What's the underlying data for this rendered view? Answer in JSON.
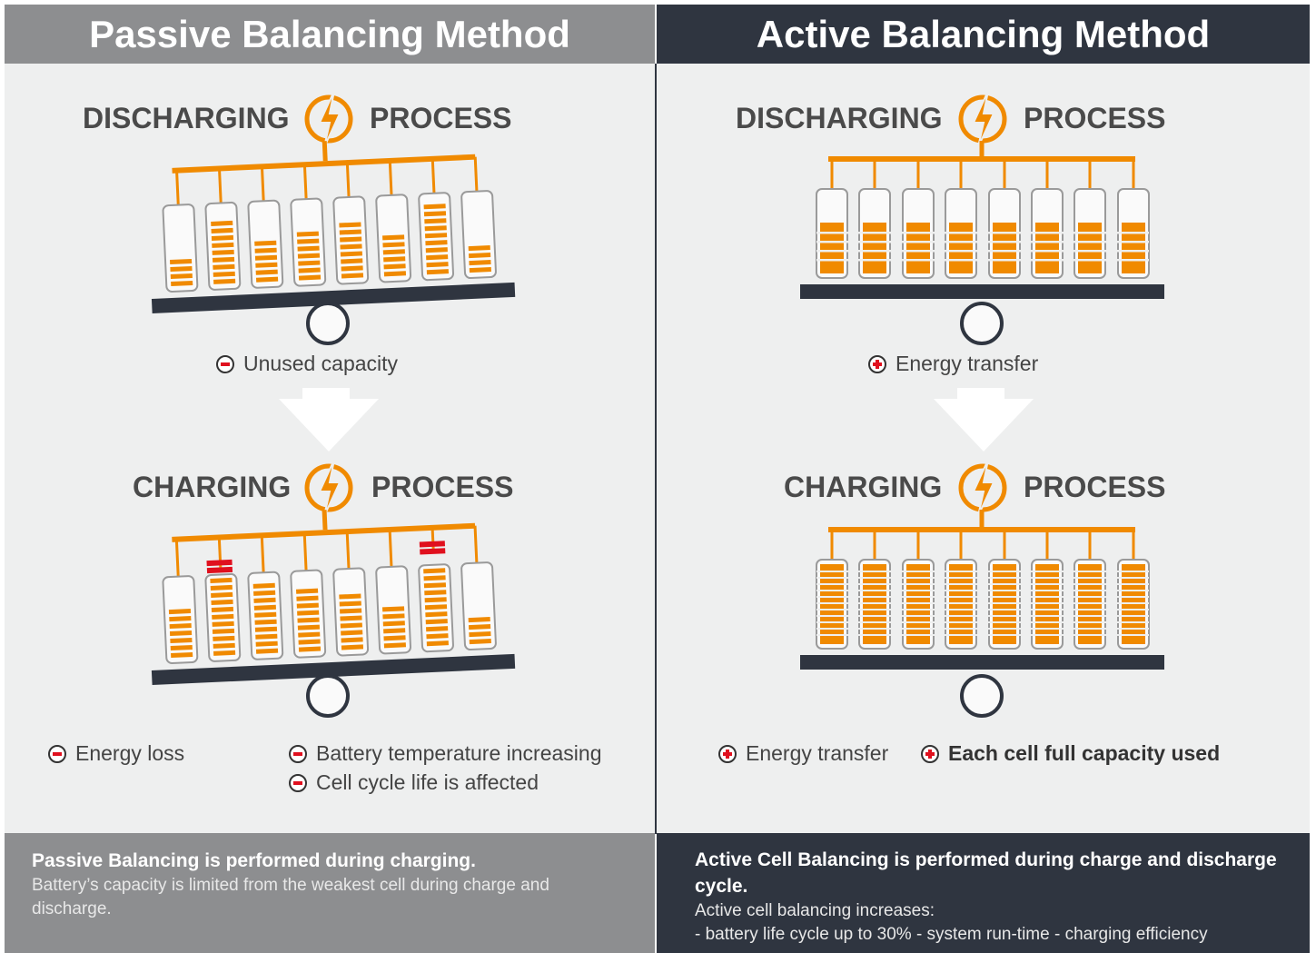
{
  "passive": {
    "title": "Passive Balancing Method",
    "discharging_word": "DISCHARGING",
    "charging_word": "CHARGING",
    "process_word": "PROCESS",
    "unused_capacity": "Unused capacity",
    "energy_loss": "Energy loss",
    "battery_temperature": "Battery temperature increasing",
    "cell_cycle": "Cell cycle life is affected",
    "footer_bold": "Passive Balancing is performed during charging.",
    "footer_text": "Battery’s capacity is limited from the weakest cell during charge and discharge."
  },
  "active": {
    "title": "Active Balancing Method",
    "discharging_word": "DISCHARGING",
    "charging_word": "CHARGING",
    "process_word": "PROCESS",
    "energy_transfer_top": "Energy transfer",
    "energy_transfer_bottom": "Energy transfer",
    "full_capacity": "Each cell full capacity used",
    "footer_bold": "Active Cell Balancing is performed during charge and discharge cycle.",
    "footer_text_1": "Active cell balancing increases:",
    "footer_text_2": "- battery life cycle up to 30% - system run-time - charging efficiency"
  },
  "colors": {
    "orange": "#f08a00",
    "dark": "#2f3540",
    "gray": "#8d8e90",
    "red": "#e0101e",
    "bg": "#eeefef"
  },
  "icons": [
    "lightning-icon",
    "minus-circle-icon",
    "plus-circle-icon",
    "down-arrow-icon",
    "fulcrum-icon"
  ]
}
